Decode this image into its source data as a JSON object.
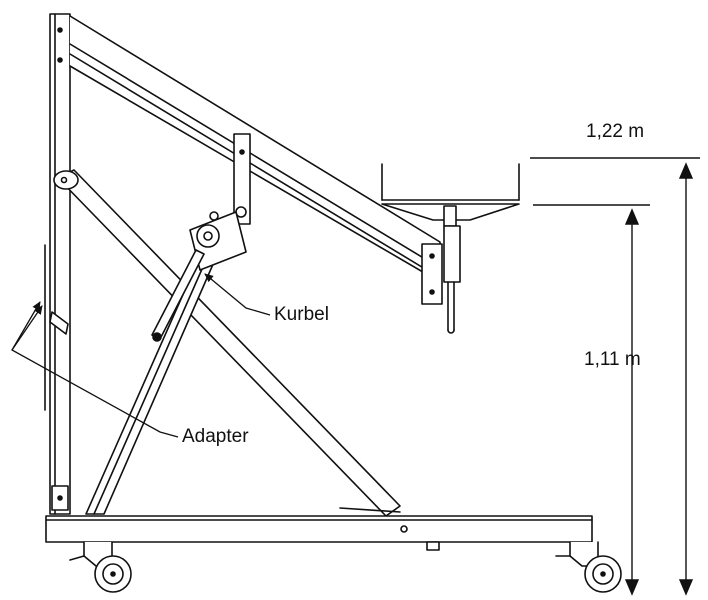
{
  "labels": {
    "dimension_top": "1,22 m",
    "dimension_mid": "1,11 m",
    "kurbel": "Kurbel",
    "adapter": "Adapter"
  },
  "colors": {
    "line": "#111111",
    "background": "#ffffff"
  }
}
